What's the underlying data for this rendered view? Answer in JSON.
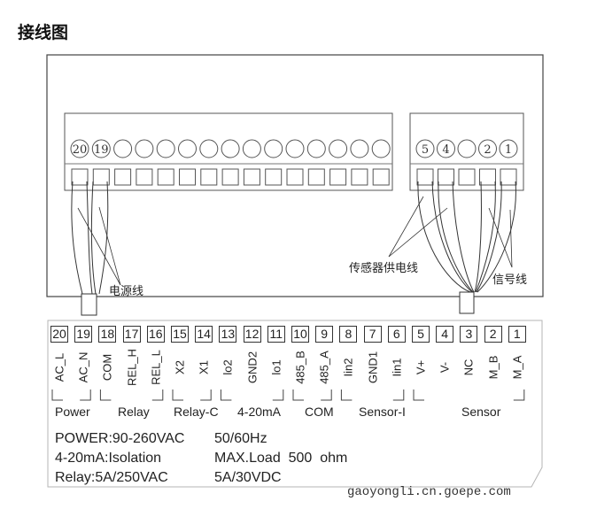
{
  "page": {
    "title": "接线图"
  },
  "device_diagram": {
    "main_connector": {
      "positions": 15,
      "circle_labels": [
        "20",
        "19",
        "",
        "",
        "",
        "",
        "",
        "",
        "",
        "",
        "",
        "",
        "",
        "",
        ""
      ]
    },
    "sensor_connector": {
      "positions": 5,
      "circle_labels": [
        "5",
        "4",
        "",
        "2",
        "1"
      ]
    },
    "callouts": {
      "power_wire": "电源线",
      "sensor_power_wire": "传感器供电线",
      "signal_wire": "信号线"
    }
  },
  "terminal_panel": {
    "terminals": [
      {
        "num": "20",
        "label": "AC_L"
      },
      {
        "num": "19",
        "label": "AC_N"
      },
      {
        "num": "18",
        "label": "COM"
      },
      {
        "num": "17",
        "label": "REL_H"
      },
      {
        "num": "16",
        "label": "REL_L"
      },
      {
        "num": "15",
        "label": "X2"
      },
      {
        "num": "14",
        "label": "X1"
      },
      {
        "num": "13",
        "label": "lo2"
      },
      {
        "num": "12",
        "label": "GND2"
      },
      {
        "num": "11",
        "label": "lo1"
      },
      {
        "num": "10",
        "label": "485_B"
      },
      {
        "num": "9",
        "label": "485_A"
      },
      {
        "num": "8",
        "label": "Iin2"
      },
      {
        "num": "7",
        "label": "GND1"
      },
      {
        "num": "6",
        "label": "Iin1"
      },
      {
        "num": "5",
        "label": "V+"
      },
      {
        "num": "4",
        "label": "V-"
      },
      {
        "num": "3",
        "label": "NC"
      },
      {
        "num": "2",
        "label": "M_B"
      },
      {
        "num": "1",
        "label": "M_A"
      }
    ],
    "groups": [
      {
        "label": "Power"
      },
      {
        "label": "Relay"
      },
      {
        "label": "Relay-C"
      },
      {
        "label": "4-20mA"
      },
      {
        "label": "COM"
      },
      {
        "label": "Sensor-I"
      },
      {
        "label": "Sensor"
      }
    ],
    "specs": [
      {
        "left": "POWER:90-260VAC",
        "right": "50/60Hz"
      },
      {
        "left": "4-20mA:Isolation",
        "right": "MAX.Load  500  ohm"
      },
      {
        "left": "Relay:5A/250VAC",
        "right": "5A/30VDC"
      }
    ]
  },
  "watermark": "gaoyongli.cn.goepe.com"
}
